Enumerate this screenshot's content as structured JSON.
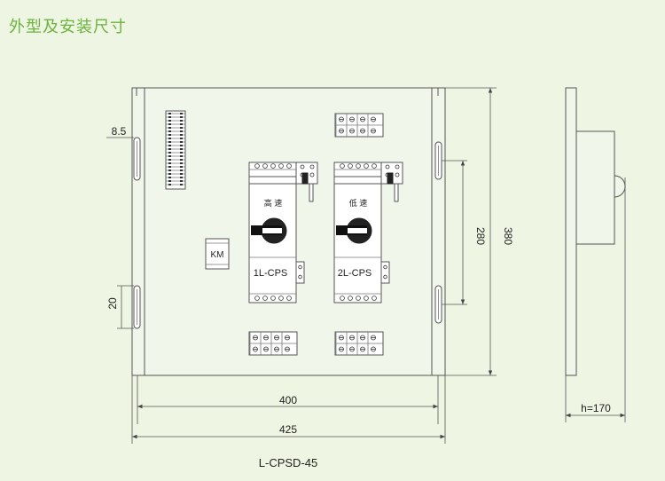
{
  "title": "外型及安装尺寸",
  "model": "L-CPSD-45",
  "dimensions": {
    "left_offset": "8.5",
    "slot_height": "20",
    "hole_spacing": "280",
    "height": "380",
    "inner_width": "400",
    "outer_width": "425",
    "depth": "h=170"
  },
  "components": {
    "contactor": "KM",
    "unit1": {
      "label": "1L-CPS",
      "speed": "高 速"
    },
    "unit2": {
      "label": "2L-CPS",
      "speed": "低 速"
    }
  },
  "colors": {
    "title": "#6cb33e",
    "background": "#eef5e3",
    "line": "#555555"
  }
}
